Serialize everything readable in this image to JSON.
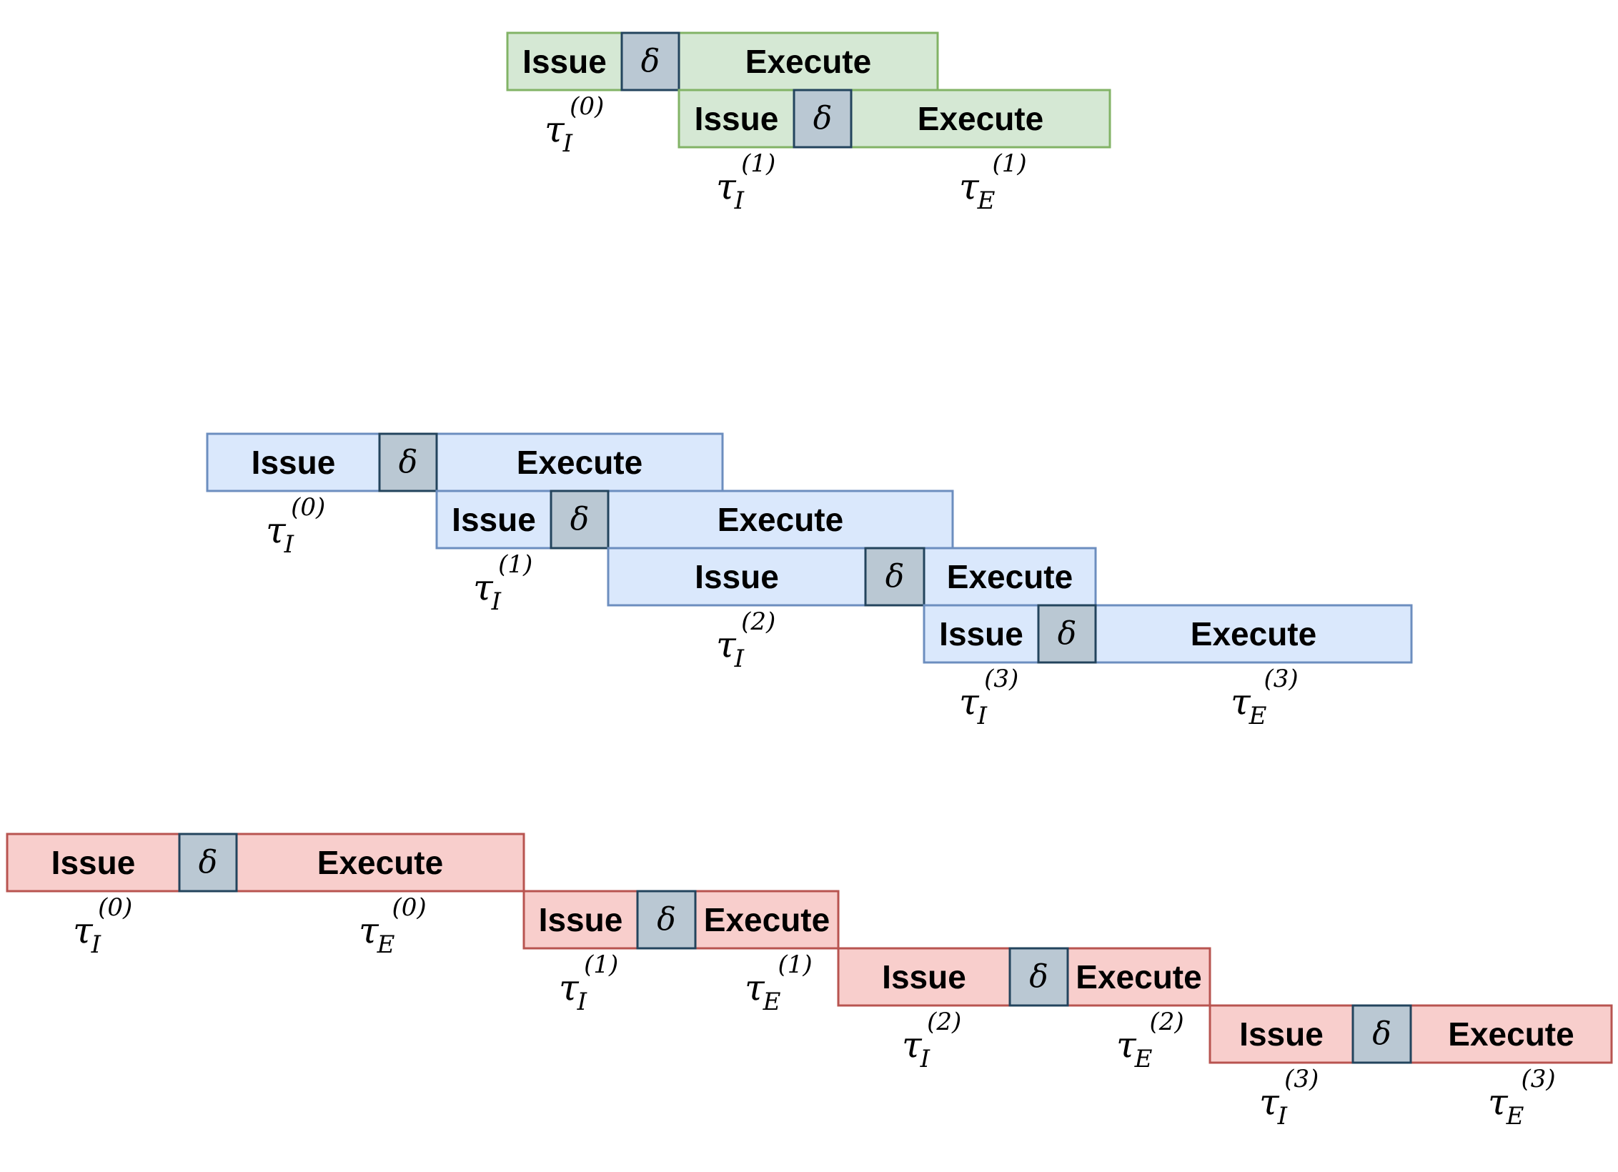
{
  "labels": {
    "issue": "Issue",
    "delay": "δ",
    "execute": "Execute",
    "tau": "τ"
  },
  "colors": {
    "green_fill": "#d5e8d4",
    "green_stroke": "#82b366",
    "blue_fill": "#dae8fc",
    "blue_stroke": "#6c8ebf",
    "red_fill": "#f8cecc",
    "red_stroke": "#b85450",
    "delay_fill": "#bac8d3",
    "delay_stroke": "#23445d"
  },
  "diagrams": [
    {
      "id": "green",
      "fill": "#d5e8d4",
      "stroke": "#82b366",
      "rows": [
        {
          "index": "0",
          "issue_time": "τ_I^(0)"
        },
        {
          "index": "1",
          "issue_time": "τ_I^(1)",
          "execute_time": "τ_E^(1)"
        }
      ]
    },
    {
      "id": "blue",
      "fill": "#dae8fc",
      "stroke": "#6c8ebf",
      "rows": [
        {
          "index": "0",
          "issue_time": "τ_I^(0)"
        },
        {
          "index": "1",
          "issue_time": "τ_I^(1)"
        },
        {
          "index": "2",
          "issue_time": "τ_I^(2)"
        },
        {
          "index": "3",
          "issue_time": "τ_I^(3)",
          "execute_time": "τ_E^(3)"
        }
      ]
    },
    {
      "id": "red",
      "fill": "#f8cecc",
      "stroke": "#b85450",
      "rows": [
        {
          "index": "0",
          "issue_time": "τ_I^(0)",
          "execute_time": "τ_E^(0)"
        },
        {
          "index": "1",
          "issue_time": "τ_I^(1)",
          "execute_time": "τ_E^(1)"
        },
        {
          "index": "2",
          "issue_time": "τ_I^(2)",
          "execute_time": "τ_E^(2)"
        },
        {
          "index": "3",
          "issue_time": "τ_I^(3)",
          "execute_time": "τ_E^(3)"
        }
      ]
    }
  ]
}
